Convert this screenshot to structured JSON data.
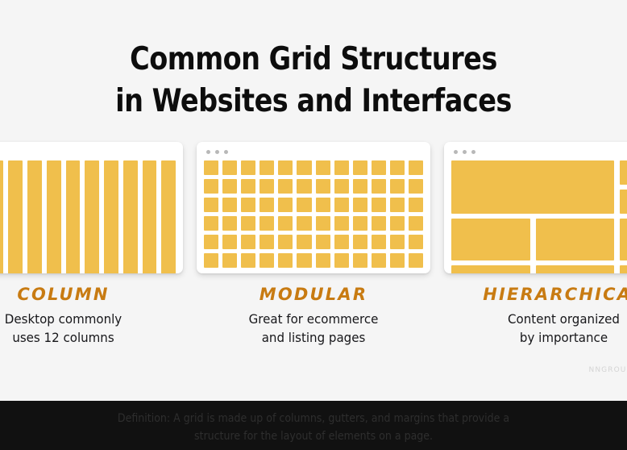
{
  "theme": {
    "background": "#f5f5f5",
    "card_background": "#ffffff",
    "accent_yellow": "#f0bf4c",
    "heading_orange": "#c87b12",
    "text_dark": "#17171a",
    "footer_background": "#111111",
    "footer_text": "#2e2e2e",
    "watermark_color": "#d4d4d4",
    "browser_dot": "#b8b8b8"
  },
  "title": {
    "line1": "Common Grid Structures",
    "line2": "in Websites and Interfaces"
  },
  "cards": [
    {
      "id": "column",
      "heading": "COLUMN",
      "description": "Desktop commonly\nuses 12 columns",
      "grid_type": "column",
      "columns": 12,
      "rows": 1,
      "clipped": "left",
      "browser_dots": 3
    },
    {
      "id": "modular",
      "heading": "MODULAR",
      "description": "Great for ecommerce\nand listing pages",
      "grid_type": "modular",
      "columns": 12,
      "rows": 6,
      "clipped": "none",
      "browser_dots": 3
    },
    {
      "id": "hierarchical",
      "heading": "HIERARCHICAL",
      "description": "Content organized\nby importance",
      "grid_type": "hierarchical",
      "blocks": [
        "hero",
        "sidebar-top",
        "sidebar-middle",
        "middle-left",
        "middle-center",
        "middle-right",
        "bottom-left",
        "bottom-center",
        "bottom-right"
      ],
      "clipped": "right",
      "browser_dots": 3
    }
  ],
  "watermark": {
    "label": "NNGROUP"
  },
  "footer": {
    "definition": "Definition: A grid is made up of columns, gutters, and margins that provide a\nstructure for the layout of elements on a page."
  }
}
